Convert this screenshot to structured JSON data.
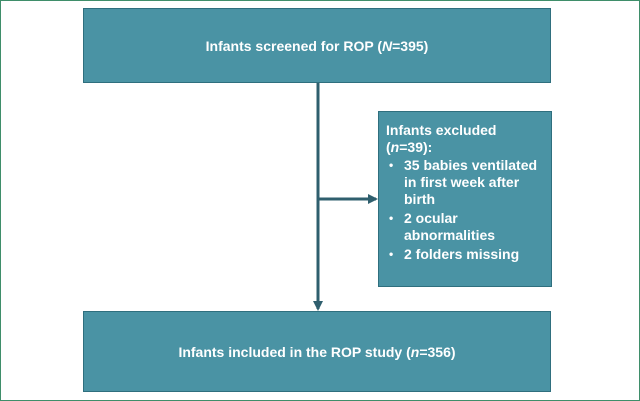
{
  "flowchart": {
    "screened": {
      "prefix": "Infants screened for ROP (",
      "var": "N",
      "suffix": "=395)"
    },
    "excluded": {
      "title": {
        "prefix": "Infants excluded (",
        "var": "n",
        "suffix": "=39):"
      },
      "bullet": "•",
      "items": [
        "35 babies ventilated in first week after birth",
        "2 ocular abnormalities",
        "2 folders missing"
      ]
    },
    "included": {
      "prefix": "Infants included in the ROP study (",
      "var": "n",
      "suffix": "=356)"
    }
  },
  "colors": {
    "box_fill": "#4a93a4",
    "box_border": "#2f6f7e",
    "arrow": "#2f5f6e",
    "frame_border": "#3f8e6a",
    "text": "#ffffff"
  }
}
